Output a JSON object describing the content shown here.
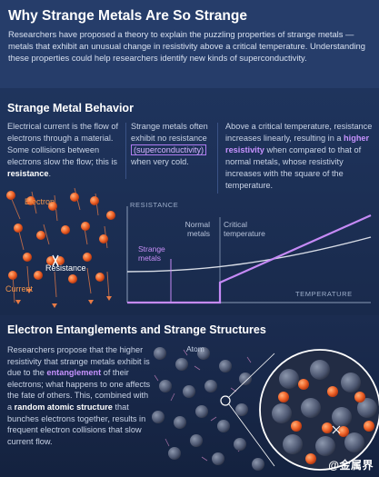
{
  "header": {
    "title": "Why Strange Metals Are So Strange",
    "intro": "Researchers have proposed a theory to explain the puzzling properties of strange metals — metals that exhibit an unusual change in resistivity above a critical temperature. Understanding these properties could help researchers identify new kinds of superconductivity."
  },
  "behavior": {
    "heading": "Strange Metal Behavior",
    "col1_pre": "Electrical current is the flow of electrons through a material. Some collisions between electrons slow the flow; this is ",
    "col1_bold": "resistance",
    "col1_post": ".",
    "col2_pre": "Strange metals often exhibit no resistance ",
    "col2_box": "(superconductivity)",
    "col2_post": " when very cold.",
    "col3_pre": "Above a critical temperature, resistance increases linearly, resulting in a ",
    "col3_hl": "higher resistivity",
    "col3_post": " when compared to that of normal metals, whose resistivity increases with the square of the temperature.",
    "labels": {
      "electron": "Electron",
      "resistance": "Resistance",
      "current": "Current"
    },
    "plot": {
      "y_axis": "RESISTANCE",
      "x_axis": "TEMPERATURE",
      "normal": "Normal\nmetals",
      "critical": "Critical\ntemperature",
      "strange": "Strange\nmetals",
      "colors": {
        "strange": "#c58af6",
        "normal": "#d8dde7",
        "axis": "#8a9bb8"
      }
    }
  },
  "entanglement": {
    "heading": "Electron Entanglements and Strange Structures",
    "atom_label": "Atom",
    "t1": "Researchers propose that the higher resistivity that strange metals exhibit is due to the ",
    "hl1": "entanglement",
    "t2": " of their electrons; what happens to one affects the fate of others. This, combined with a ",
    "hl2": "random atomic structure",
    "t3": " that bunches electrons together, results in frequent electron collisions that slow current flow."
  },
  "watermark": "@金属界"
}
